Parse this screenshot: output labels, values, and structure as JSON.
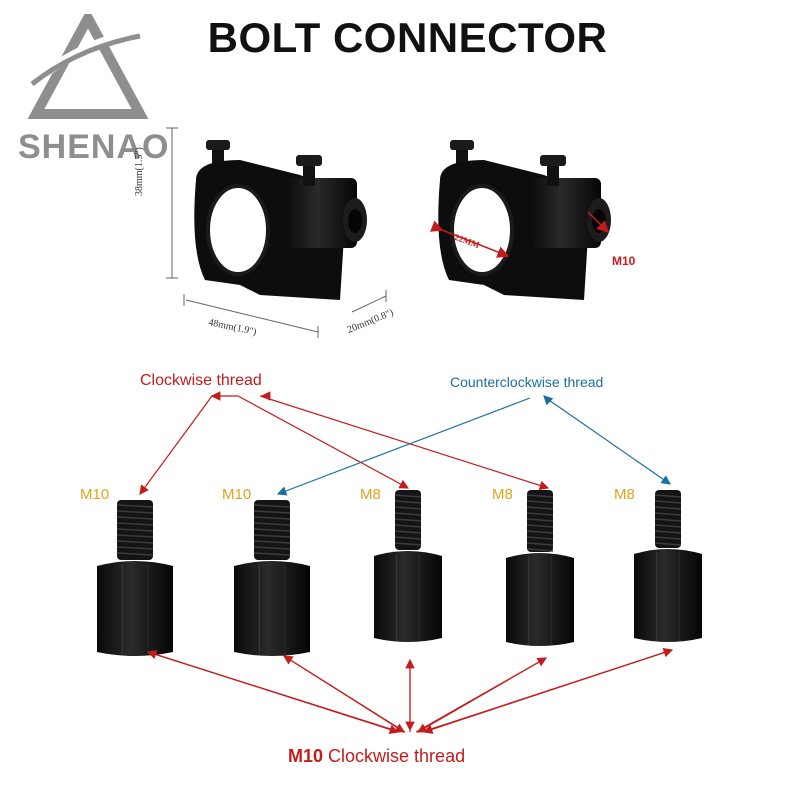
{
  "title": "BOLT CONNECTOR",
  "brand": {
    "name": "SHENAO"
  },
  "dimensions": {
    "height": "38mm(1.5\")",
    "length": "48mm(1.9\")",
    "width": "20mm(0.8\")",
    "bore": "22MM",
    "thread": "M10"
  },
  "labels": {
    "clockwise": "Clockwise thread",
    "counterclockwise": "Counterclockwise thread",
    "bottom_size": "M10",
    "bottom_text": "Clockwise thread"
  },
  "adapters": [
    {
      "size": "M10"
    },
    {
      "size": "M10"
    },
    {
      "size": "M8"
    },
    {
      "size": "M8"
    },
    {
      "size": "M8"
    }
  ],
  "colors": {
    "red": "#c41c1c",
    "blue": "#1a6fa0",
    "gold": "#e5a11a",
    "logo": "#8e8e8e"
  }
}
